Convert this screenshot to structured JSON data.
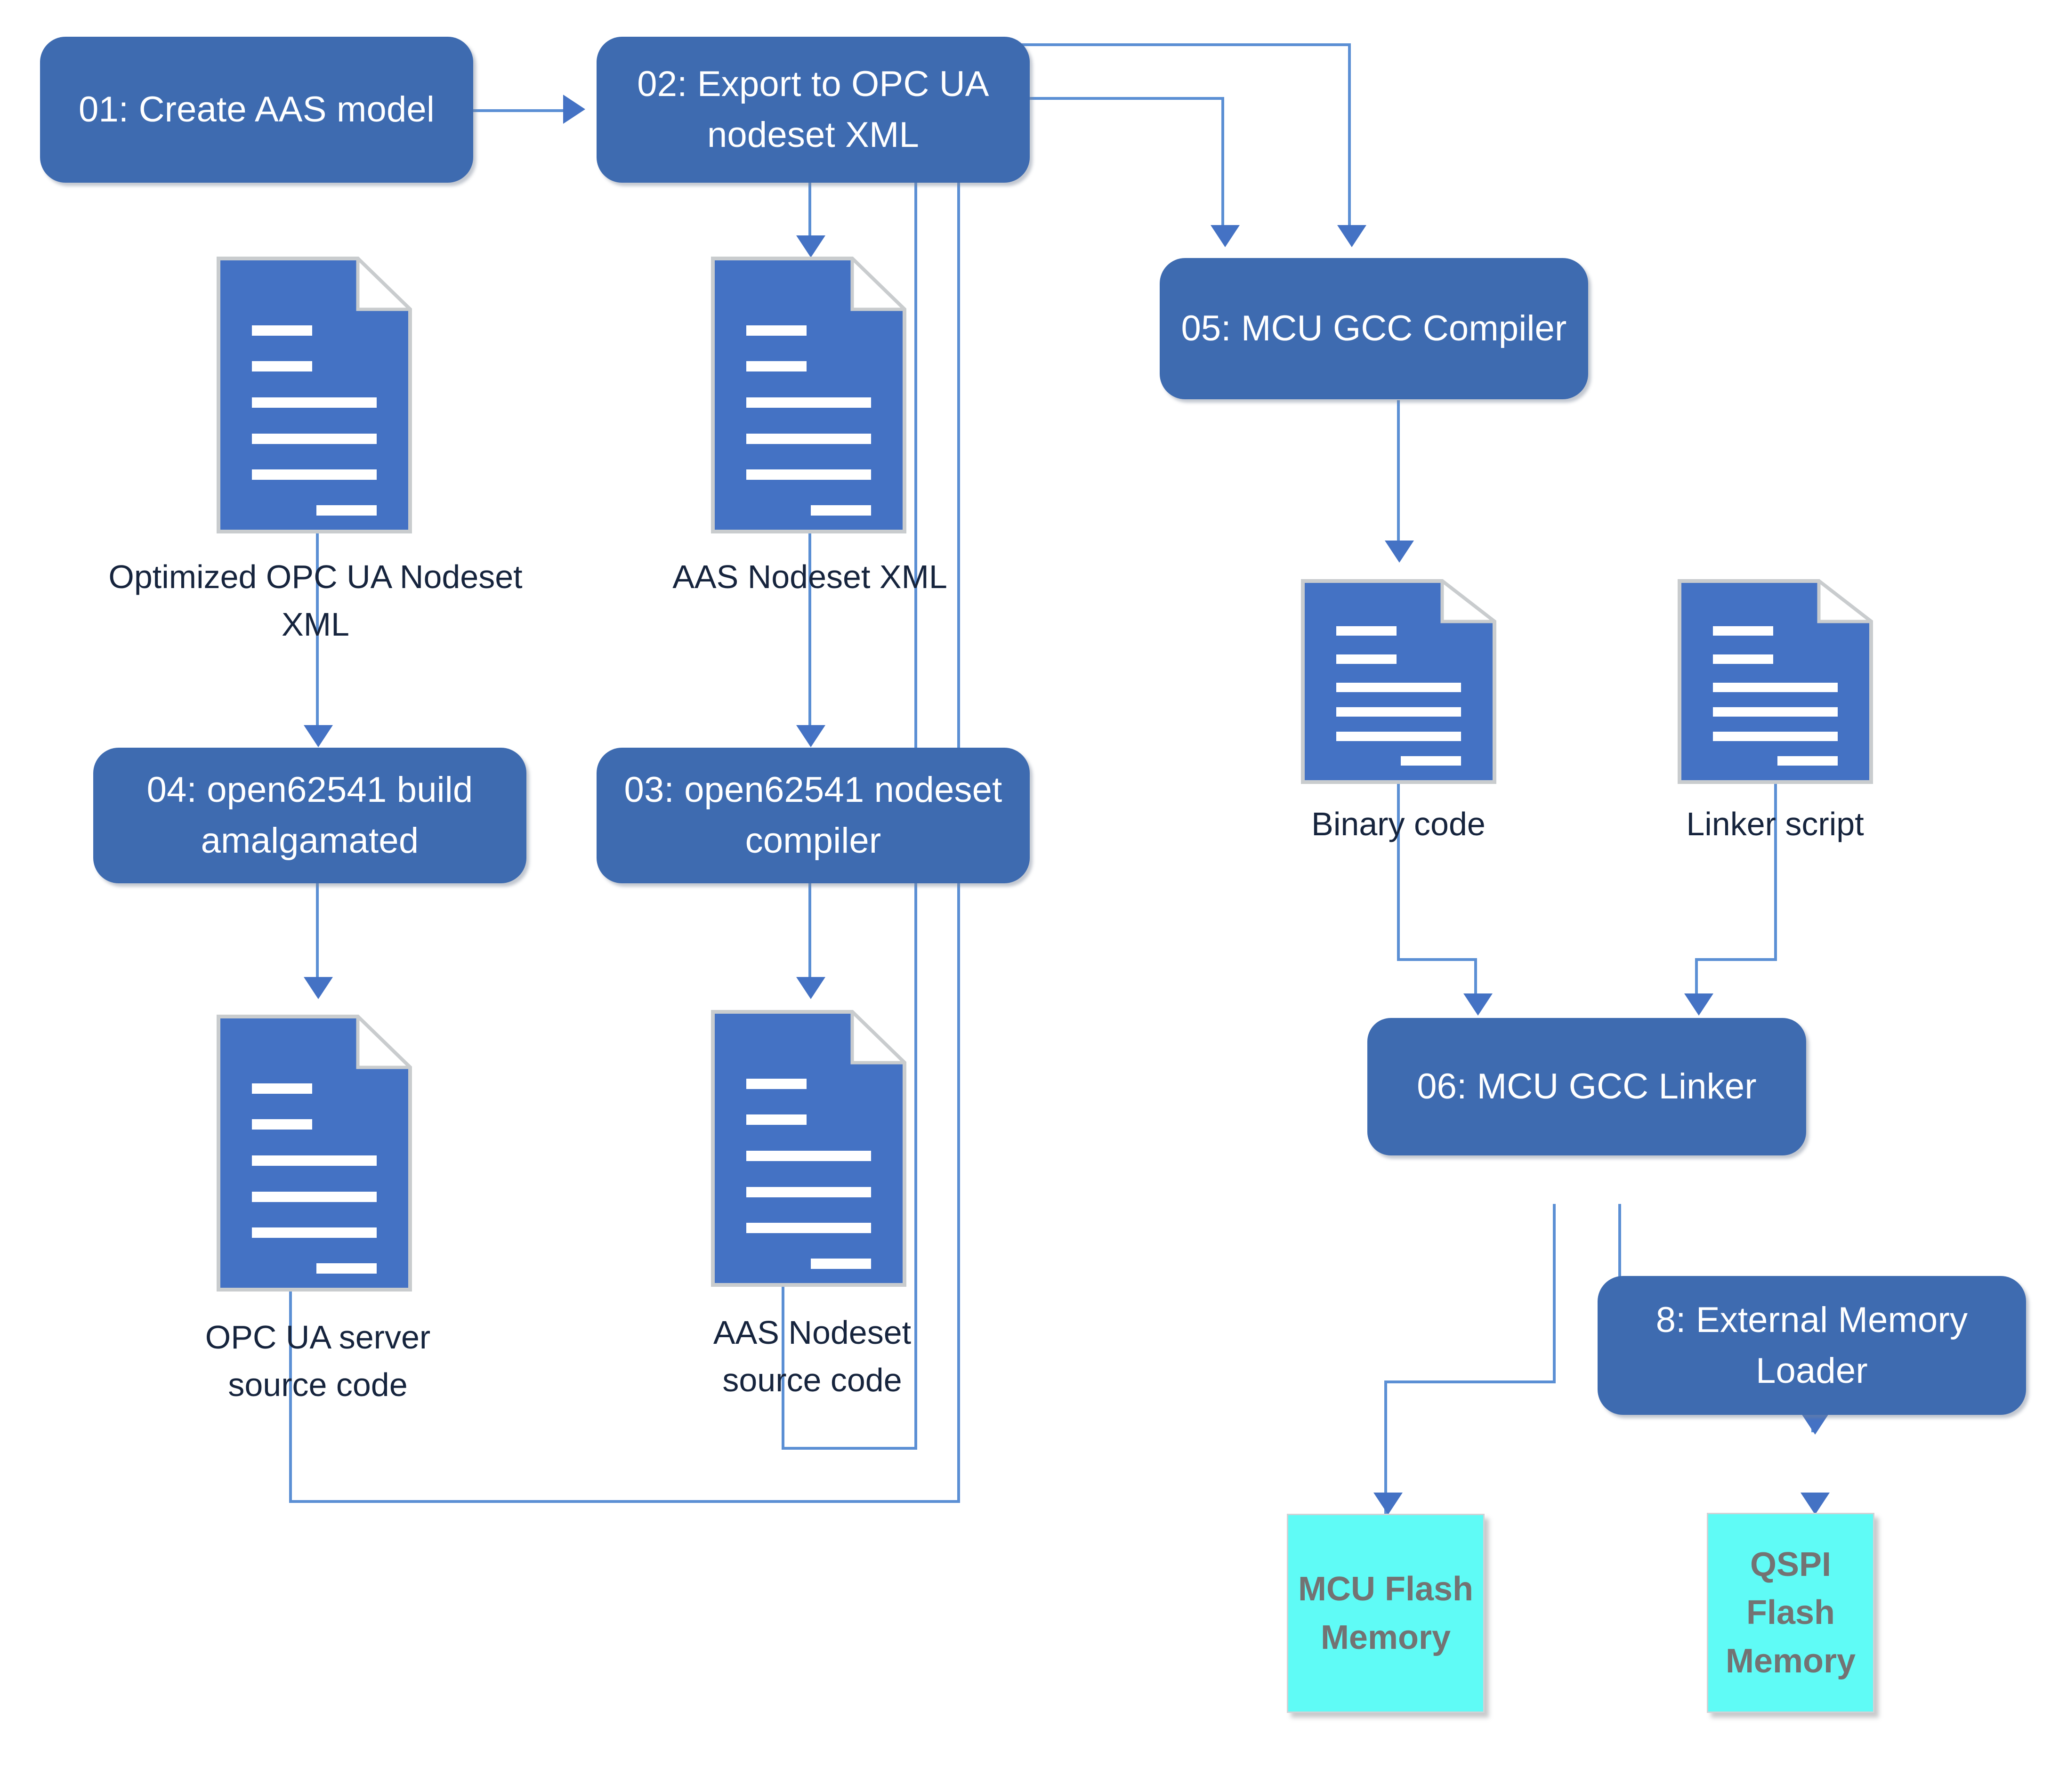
{
  "diagram": {
    "title": "AAS to MCU firmware build toolchain flowchart",
    "colors": {
      "process_fill": "#3E6BB0",
      "process_text": "#FFFFFF",
      "memory_fill": "#5FFBF6",
      "memory_text": "#737373",
      "document_fill": "#4472C4",
      "connector": "#5B8FD4",
      "arrowhead": "#4472C4",
      "caption_text": "#16243D",
      "background": "#FFFFFF"
    },
    "process_nodes": [
      {
        "id": "n01",
        "label": "01: Create AAS model"
      },
      {
        "id": "n02",
        "label": "02: Export to OPC UA nodeset XML"
      },
      {
        "id": "n03",
        "label": "03: open62541 nodeset compiler"
      },
      {
        "id": "n04",
        "label": "04: open62541 build amalgamated"
      },
      {
        "id": "n05",
        "label": "05: MCU GCC Compiler"
      },
      {
        "id": "n06",
        "label": "06: MCU GCC Linker"
      },
      {
        "id": "n08",
        "label": "8: External Memory Loader"
      }
    ],
    "document_nodes": [
      {
        "id": "d1",
        "label": "Optimized OPC UA Nodeset\nXML"
      },
      {
        "id": "d2",
        "label": "AAS Nodeset XML"
      },
      {
        "id": "d3",
        "label": "OPC UA server\nsource code"
      },
      {
        "id": "d4",
        "label": "AAS Nodeset\nsource code"
      },
      {
        "id": "d5",
        "label": "Binary code"
      },
      {
        "id": "d6",
        "label": "Linker script"
      }
    ],
    "memory_nodes": [
      {
        "id": "m1",
        "label": "MCU Flash\nMemory"
      },
      {
        "id": "m2",
        "label": "QSPI\nFlash\nMemory"
      }
    ],
    "edges": [
      {
        "from": "n01",
        "to": "n02"
      },
      {
        "from": "n02",
        "to": "d2"
      },
      {
        "from": "d1",
        "to": "n04"
      },
      {
        "from": "d2",
        "to": "n03"
      },
      {
        "from": "n04",
        "to": "d3"
      },
      {
        "from": "n03",
        "to": "d4"
      },
      {
        "from": "d3",
        "to": "n05"
      },
      {
        "from": "d4",
        "to": "n05"
      },
      {
        "from": "n05",
        "to": "d5"
      },
      {
        "from": "d5",
        "to": "n06"
      },
      {
        "from": "d6",
        "to": "n06"
      },
      {
        "from": "n06",
        "to": "m1"
      },
      {
        "from": "n06",
        "to": "n08"
      },
      {
        "from": "n08",
        "to": "m2"
      }
    ]
  }
}
